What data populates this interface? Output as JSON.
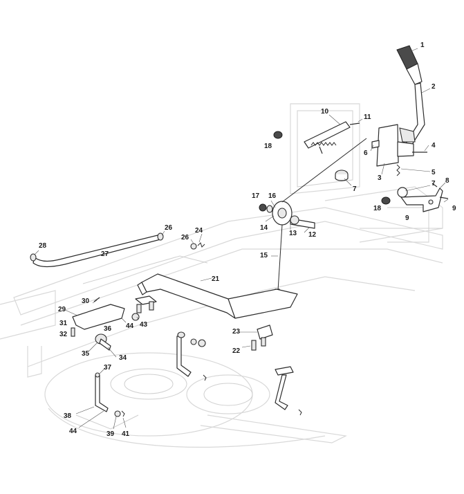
{
  "diagram": {
    "callouts": [
      "1",
      "2",
      "3",
      "4",
      "5",
      "6",
      "7",
      "7",
      "8",
      "9",
      "9",
      "10",
      "11",
      "12",
      "13",
      "14",
      "15",
      "16",
      "17",
      "18",
      "18",
      "21",
      "22",
      "23",
      "24",
      "26",
      "26",
      "27",
      "28",
      "29",
      "30",
      "31",
      "32",
      "34",
      "35",
      "36",
      "37",
      "38",
      "39",
      "41",
      "43",
      "44",
      "44"
    ]
  }
}
